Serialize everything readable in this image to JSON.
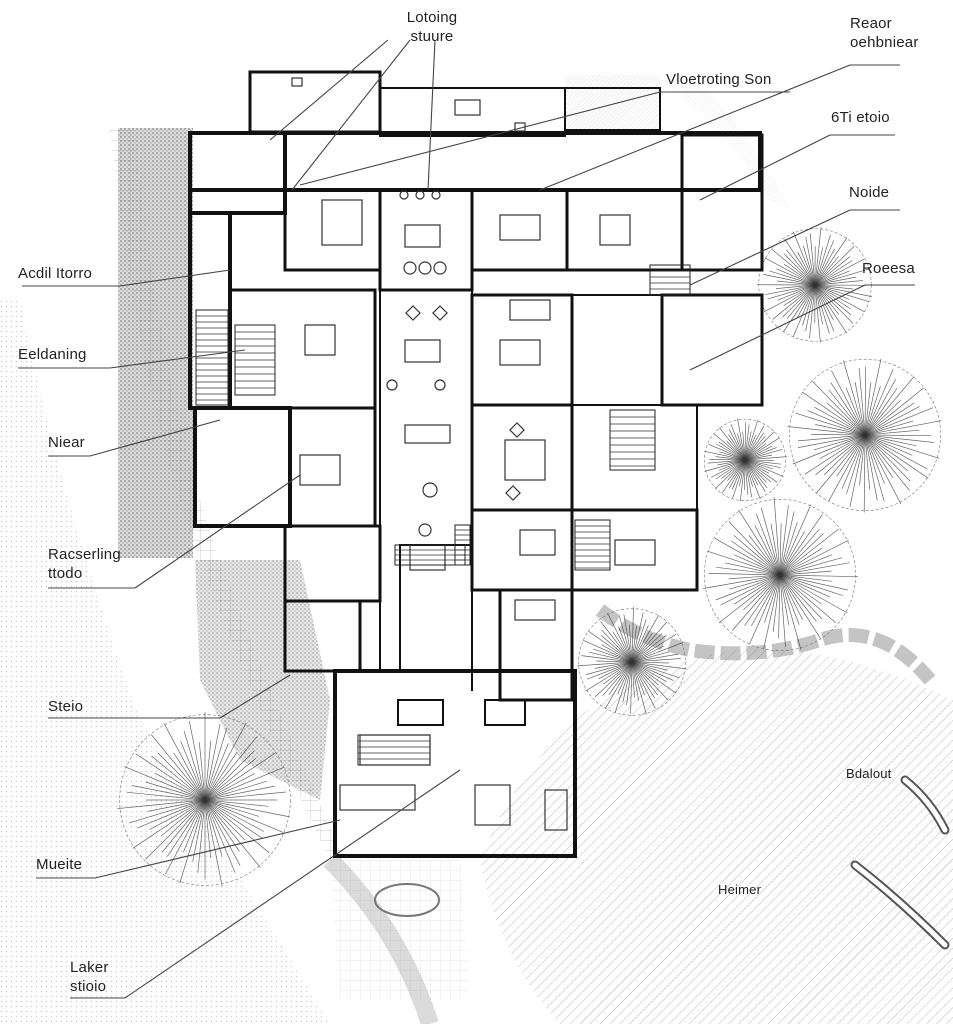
{
  "title": "",
  "labels": {
    "top_center": [
      "Lotoing",
      "stuure"
    ],
    "top_right": [
      "Reaor",
      "oehbniear"
    ],
    "vloetroting": "Vloetroting Son",
    "sixt_etoio": "6Ti etoio",
    "noide": "Noide",
    "roeesa": "Roeesa",
    "acdil": "Acdil Itorro",
    "eeldaning": "Eeldaning",
    "niear": "Niear",
    "racserling": [
      "Racserling",
      "ttodo"
    ],
    "steio": "Steio",
    "mueite": "Mueite",
    "laker": [
      "Laker",
      "stioio"
    ],
    "bdalout": "Bdalout",
    "heimer": "Heimer"
  },
  "colors": {
    "wall": "#111111",
    "paper": "#ffffff",
    "hatch": "#9a9a9a",
    "tree": "#333333",
    "leader": "#444444"
  },
  "icons": [
    "tree-canopy-icon",
    "furniture-symbol-icon",
    "stair-icon"
  ]
}
